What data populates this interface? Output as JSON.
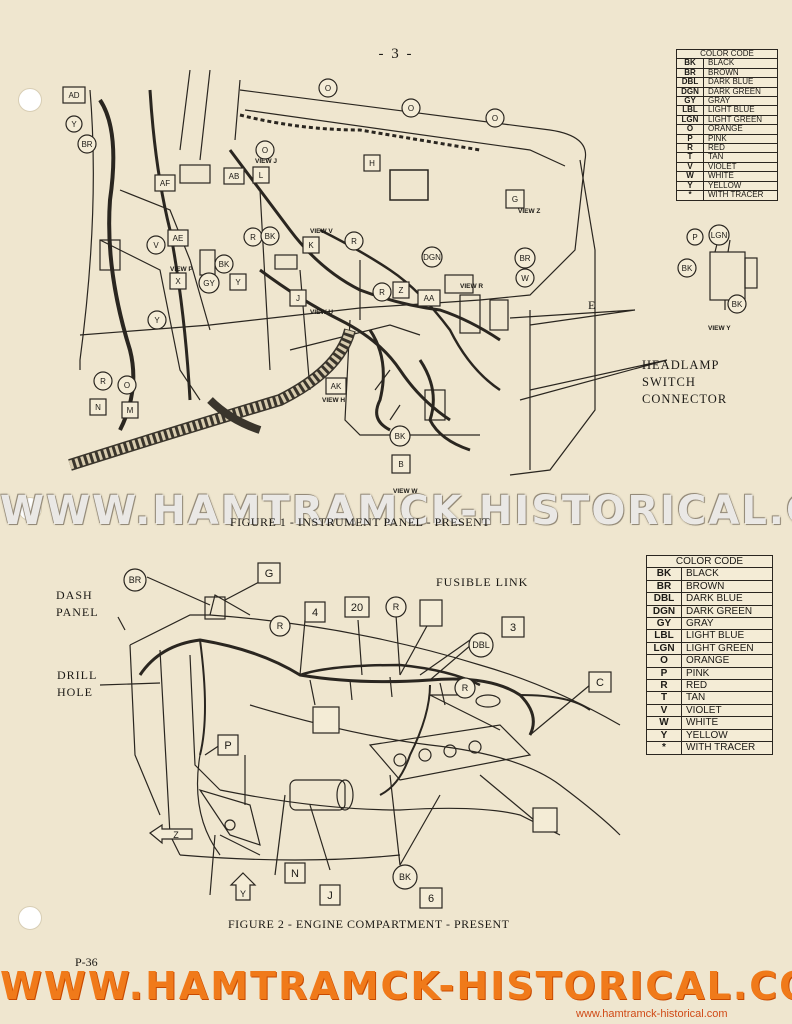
{
  "page_number": "- 3 -",
  "page_code": "P-36",
  "figure1": {
    "caption": "FIGURE 1 - INSTRUMENT PANEL - PRESENT",
    "headlamp_label": [
      "HEADLAMP",
      "SWITCH",
      "CONNECTOR"
    ],
    "callout_e": "E",
    "callouts": [
      "AD",
      "Y",
      "BR",
      "O",
      "O",
      "O",
      "O",
      "H",
      "AB",
      "AF",
      "L",
      "V",
      "AE",
      "R",
      "BK",
      "K",
      "DGN",
      "G",
      "BR",
      "W",
      "X",
      "GY",
      "Y",
      "BK",
      "J",
      "R",
      "Z",
      "AA",
      "R",
      "O",
      "N",
      "M",
      "AK",
      "BK",
      "B",
      "LGN",
      "P",
      "BK",
      "BK"
    ],
    "view_labels": [
      "VIEW J",
      "VIEW Z",
      "VIEW V",
      "VIEW R",
      "VIEW P",
      "VIEW U",
      "VIEW H",
      "VIEW W",
      "VIEW Y"
    ]
  },
  "figure2": {
    "caption": "FIGURE 2 - ENGINE COMPARTMENT - PRESENT",
    "labels": {
      "dash_panel": [
        "DASH",
        "PANEL"
      ],
      "drill_hole": [
        "DRILL",
        "HOLE"
      ],
      "fusible_link": "FUSIBLE LINK"
    },
    "callouts": [
      "BR",
      "G",
      "4",
      "20",
      "R",
      "DBL",
      "3",
      "R",
      "C",
      "P",
      "R",
      "N",
      "J",
      "BK",
      "6",
      "Z",
      "Y"
    ]
  },
  "color_code_header": "COLOR CODE",
  "color_code": [
    {
      "code": "BK",
      "name": "BLACK"
    },
    {
      "code": "BR",
      "name": "BROWN"
    },
    {
      "code": "DBL",
      "name": "DARK BLUE"
    },
    {
      "code": "DGN",
      "name": "DARK GREEN"
    },
    {
      "code": "GY",
      "name": "GRAY"
    },
    {
      "code": "LBL",
      "name": "LIGHT BLUE"
    },
    {
      "code": "LGN",
      "name": "LIGHT GREEN"
    },
    {
      "code": "O",
      "name": "ORANGE"
    },
    {
      "code": "P",
      "name": "PINK"
    },
    {
      "code": "R",
      "name": "RED"
    },
    {
      "code": "T",
      "name": "TAN"
    },
    {
      "code": "V",
      "name": "VIOLET"
    },
    {
      "code": "W",
      "name": "WHITE"
    },
    {
      "code": "Y",
      "name": "YELLOW"
    },
    {
      "code": "*",
      "name": "WITH TRACER"
    }
  ],
  "watermark": {
    "middle": "WWW.HAMTRAMCK-HISTORICAL.COM",
    "bottom": "WWW.HAMTRAMCK-HISTORICAL.COM",
    "small": "www.hamtramck-historical.com"
  },
  "colors": {
    "paper": "#efe6cf",
    "ink": "#1c1a16",
    "watermark_orange": "#f07a1a"
  }
}
